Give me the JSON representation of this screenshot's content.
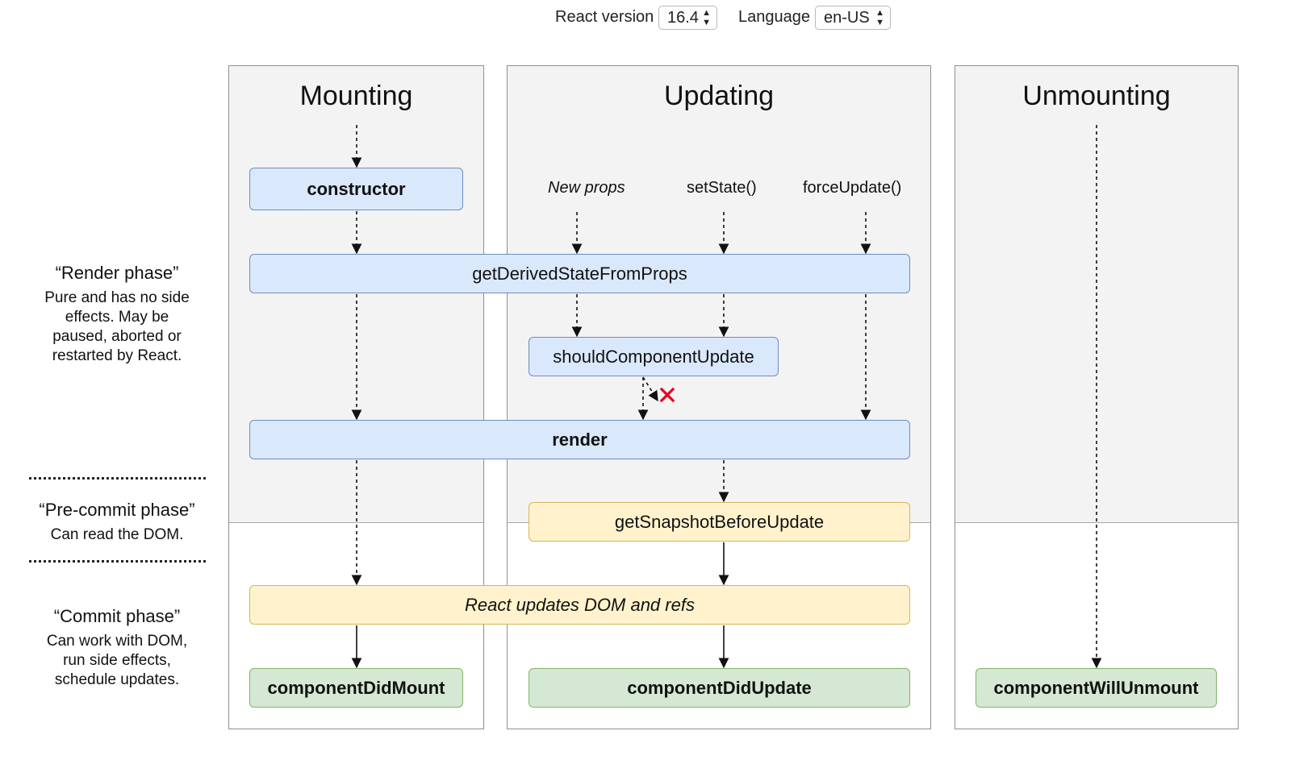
{
  "controls": {
    "react_version_label": "React version",
    "react_version_value": "16.4",
    "language_label": "Language",
    "language_value": "en-US"
  },
  "columns": {
    "mounting": "Mounting",
    "updating": "Updating",
    "unmounting": "Unmounting"
  },
  "triggers": {
    "new_props": "New props",
    "set_state": "setState()",
    "force_update": "forceUpdate()"
  },
  "methods": {
    "constructor": "constructor",
    "get_derived_state": "getDerivedStateFromProps",
    "should_update": "shouldComponentUpdate",
    "render": "render",
    "get_snapshot": "getSnapshotBeforeUpdate",
    "dom_update": "React updates DOM and refs",
    "did_mount": "componentDidMount",
    "did_update": "componentDidUpdate",
    "will_unmount": "componentWillUnmount"
  },
  "phases": {
    "render_title": "“Render phase”",
    "render_desc": "Pure and has no side effects. May be paused, aborted or restarted by React.",
    "precommit_title": "“Pre-commit phase”",
    "precommit_desc": "Can read the DOM.",
    "commit_title": "“Commit phase”",
    "commit_desc": "Can work with DOM, run side effects, schedule updates."
  },
  "colors": {
    "render_fill": "#dae8fc",
    "render_stroke": "#6c8ebf",
    "commit_fill": "#fff2cc",
    "commit_stroke": "#d6b656",
    "lifecycle_fill": "#d5e8d4",
    "lifecycle_stroke": "#82b366",
    "cancel_mark": "#e8001c"
  },
  "icons": {
    "cancel": "cross-mark-icon",
    "select_arrows": "up-down-arrows-icon"
  }
}
